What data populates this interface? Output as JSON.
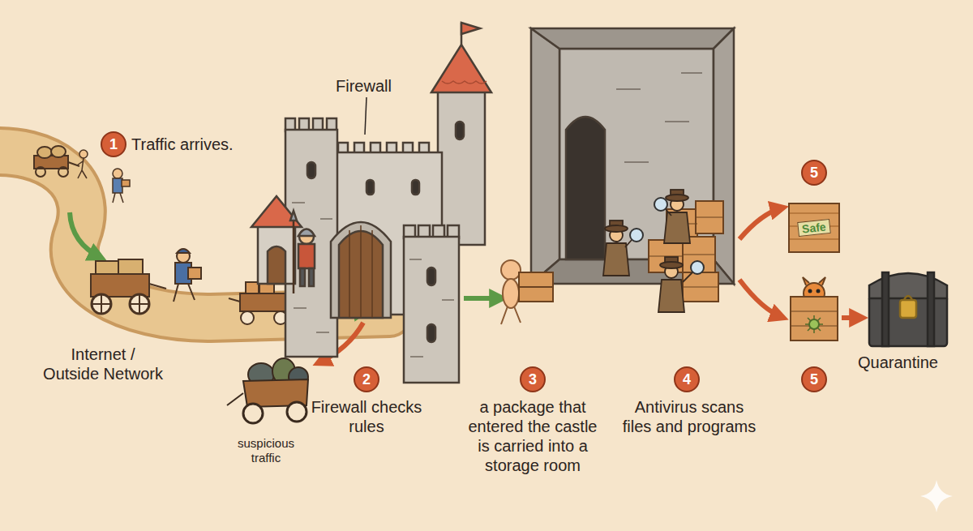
{
  "diagram": {
    "nodes": [
      {
        "text": [
          "Safe"
        ]
      }
    ],
    "labels": [
      "Firewall",
      "1",
      "Traffic arrives.",
      "Internet / Outside Network",
      "suspicious traffic",
      "2",
      "Firewall checks rules",
      "3",
      "a package that entered the castle is carried into a storage room",
      "4",
      "Antivirus scans files and programs",
      "5",
      "5",
      "Quarantine"
    ]
  }
}
